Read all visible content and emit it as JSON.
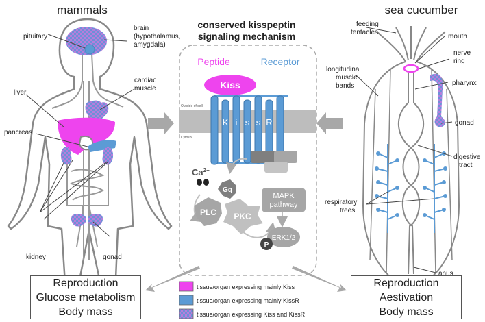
{
  "titles": {
    "left": "mammals",
    "center_line1": "conserved kisspeptin",
    "center_line2": "signaling mechanism",
    "right": "sea cucumber"
  },
  "mammal_labels": {
    "pituitary": "pituitary",
    "brain_1": "brain",
    "brain_2": "(hypothalamus,",
    "brain_3": "amygdala)",
    "cardiac_1": "cardiac",
    "cardiac_2": "muscle",
    "liver": "liver",
    "pancreas": "pancreas",
    "kidney": "kidney",
    "gonad": "gonad"
  },
  "signaling": {
    "peptide": "Peptide",
    "receptor": "Receptor",
    "kiss": "Kiss",
    "receptor_letters": [
      "K",
      "i",
      "s",
      "s",
      "R"
    ],
    "outside": "Outside of cell",
    "cytosol": "Cytosol",
    "calcium": "Ca",
    "calcium_charge": "2+",
    "gq": "Gq",
    "plc": "PLC",
    "pkc": "PKC",
    "mapk_1": "MAPK",
    "mapk_2": "pathway",
    "erk": "ERK1/2",
    "phospho": "P"
  },
  "cucumber_labels": {
    "feeding_1": "feeding",
    "feeding_2": "tentacles",
    "mouth": "mouth",
    "nerve_1": "nerve",
    "nerve_2": "ring",
    "longitudinal_1": "longitudinal",
    "longitudinal_2": "muscle",
    "longitudinal_3": "bands",
    "pharynx": "pharynx",
    "gonad": "gonad",
    "digestive_1": "digestive",
    "digestive_2": "tract",
    "respiratory_1": "respiratory",
    "respiratory_2": "trees",
    "anus": "anus"
  },
  "boxes": {
    "left": [
      "Reproduction",
      "Glucose metabolism",
      "Body mass"
    ],
    "right": [
      "Reproduction",
      "Aestivation",
      "Body mass"
    ]
  },
  "legend": [
    {
      "label": "tissue/organ expressing mainly Kiss",
      "fill": "kiss"
    },
    {
      "label": "tissue/organ expressing mainly KissR",
      "fill": "kissr"
    },
    {
      "label": "tissue/organ expressing Kiss and KissR",
      "fill": "both"
    }
  ],
  "colors": {
    "kiss": "#ee44ee",
    "kissr": "#5b9bd5",
    "both_pattern_a": "#b57edc",
    "both_pattern_b": "#6f8fd8",
    "peptide_text": "#ee44ee",
    "receptor_text": "#5b9bd5",
    "outline": "#888888",
    "membrane": "#bdbdbd",
    "signal_grey": "#9e9e9e"
  }
}
